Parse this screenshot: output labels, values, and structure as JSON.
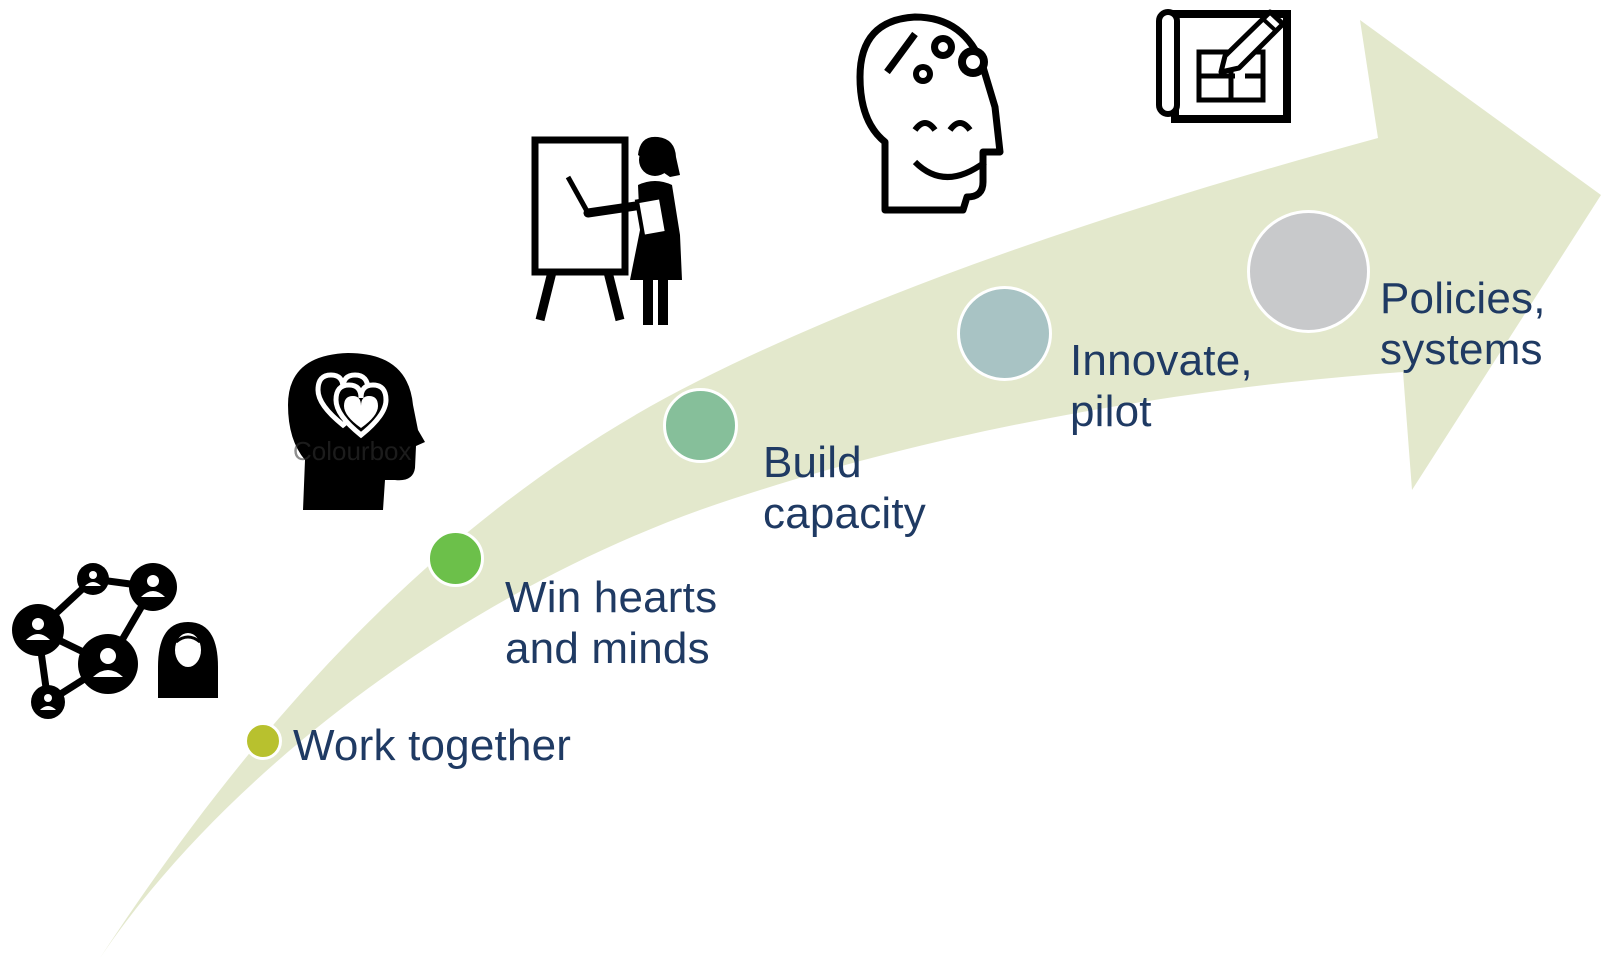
{
  "arrow": {
    "color": "#e3e8cc"
  },
  "steps": [
    {
      "label": "Work together",
      "color": "#b8c12e",
      "icon": "network-people-icon"
    },
    {
      "label": "Win hearts\nand minds",
      "color": "#6cc04a",
      "icon": "head-hearts-icon"
    },
    {
      "label": "Build\ncapacity",
      "color": "#86bf9a",
      "icon": "presenter-easel-icon"
    },
    {
      "label": "Innovate,\npilot",
      "color": "#a8c3c4",
      "icon": "head-gears-icon"
    },
    {
      "label": "Policies,\nsystems",
      "color": "#c8c9cb",
      "icon": "blueprint-pencil-icon"
    }
  ],
  "text_color": "#1f3a63",
  "watermark": "Colourbox"
}
